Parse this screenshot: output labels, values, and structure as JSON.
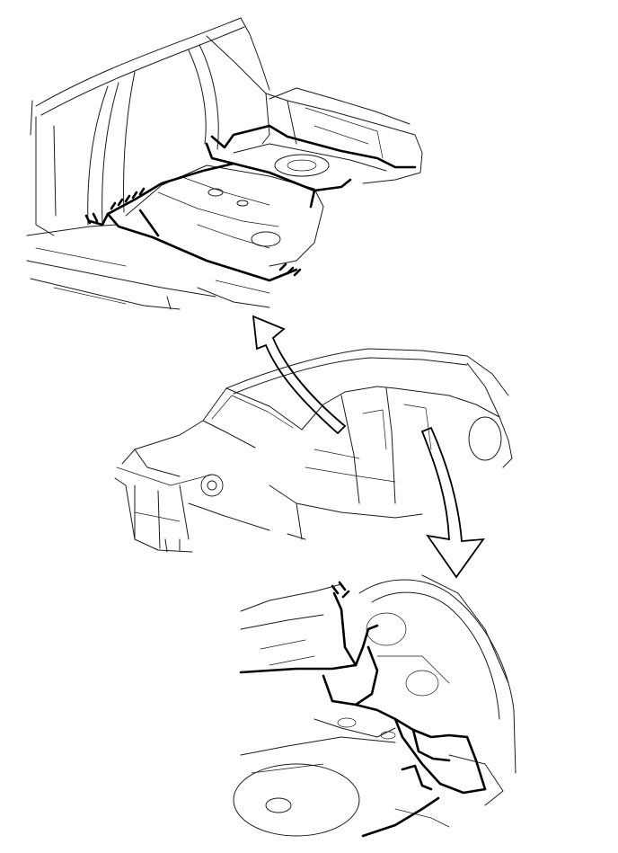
{
  "figure": {
    "kind": "vehicle body repair illustration",
    "panels": [
      {
        "id": "rear-floor-detail",
        "description_icon": "rear-floor-side-member-detail"
      },
      {
        "id": "full-vehicle-body",
        "description_icon": "vehicle-body-shell"
      },
      {
        "id": "rear-wheelhouse-detail",
        "description_icon": "rear-wheelhouse-detail"
      }
    ],
    "arrows": [
      {
        "id": "arrow-to-top",
        "direction": "up-left"
      },
      {
        "id": "arrow-to-bottom",
        "direction": "down"
      }
    ],
    "colors": {
      "line": "#1a1a1a",
      "highlight": "#000000",
      "background": "#ffffff"
    }
  }
}
